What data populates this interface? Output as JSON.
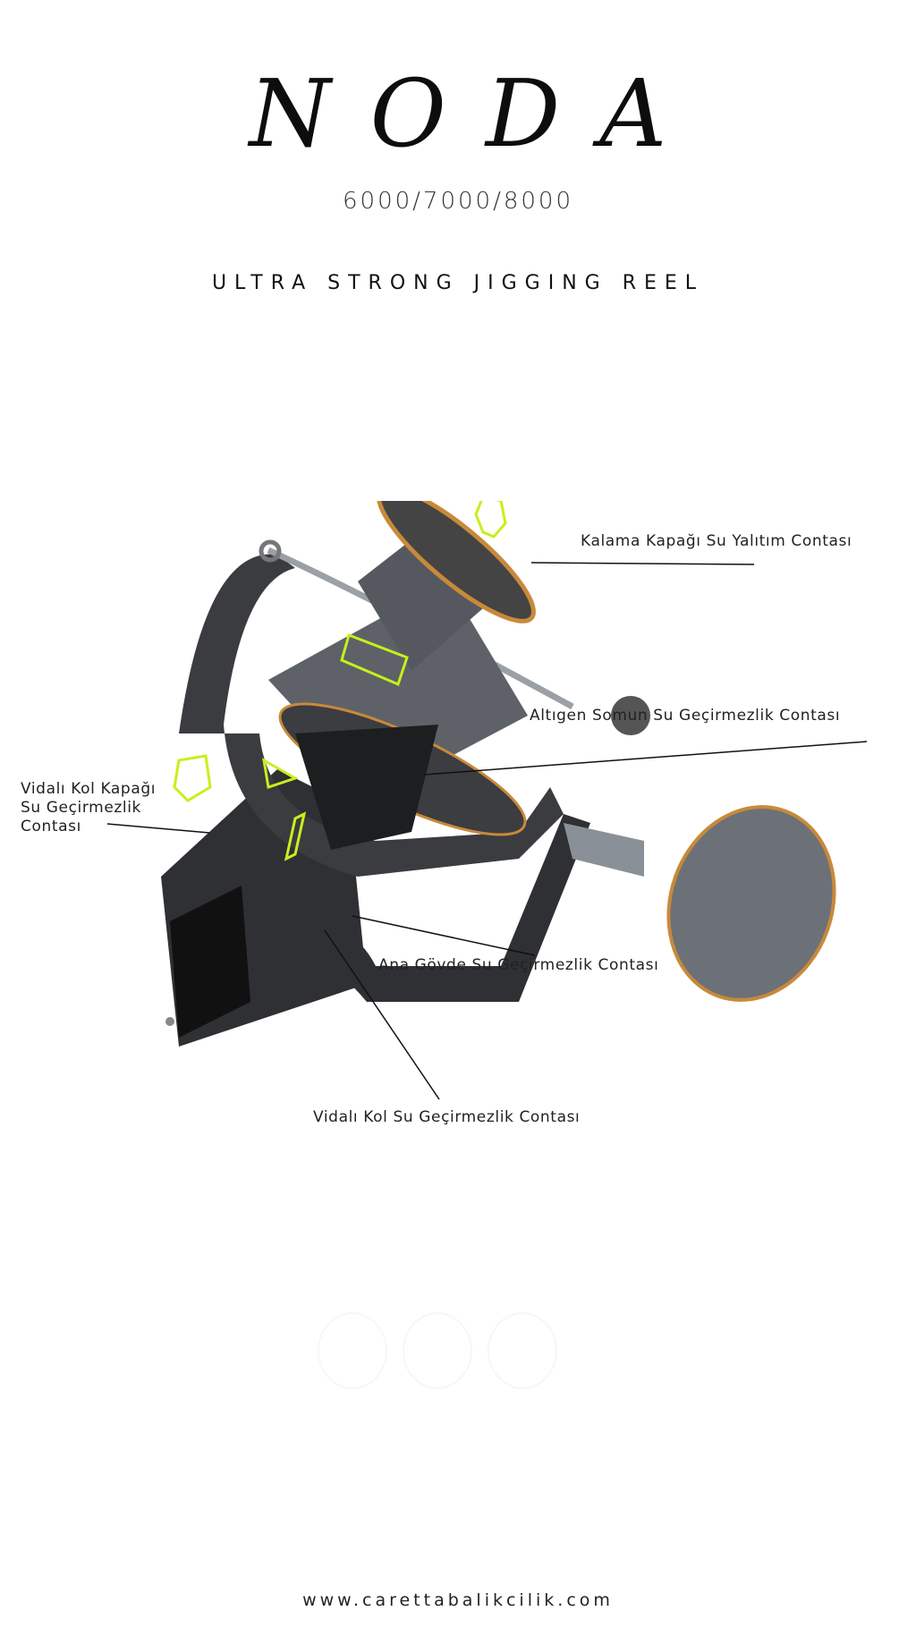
{
  "header": {
    "brand": "NODA",
    "models": "6000/7000/8000",
    "tagline": "ULTRA STRONG JIGGING REEL"
  },
  "callouts": {
    "spool_cap": "Kalama Kapağı Su Yalıtım Contası",
    "hex_nut": "Altıgen Somun Su Geçirmezlik Contası",
    "handle_cap": [
      "Vidalı Kol Kapağı",
      "Su Geçirmezlik",
      "Contası"
    ],
    "main_body": "Ana Gövde Su Geçirmezlik Contası",
    "handle_screw": "Vidalı Kol Su Geçirmezlik Contası"
  },
  "colors": {
    "highlight": "#c6f01c",
    "accent_gold": "#c8893a",
    "reel_dark": "#2e3033",
    "reel_gray": "#6c7178"
  },
  "footer": {
    "website": "www.carettabalikcilik.com"
  }
}
